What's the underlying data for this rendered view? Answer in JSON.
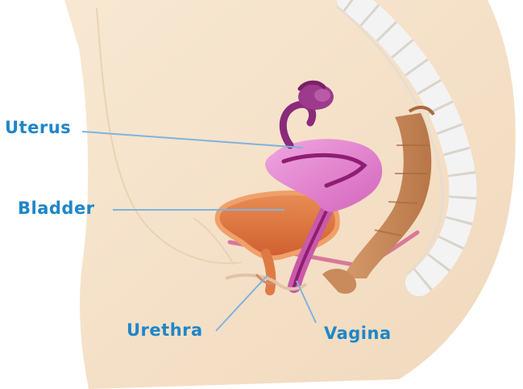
{
  "labels": {
    "uterus": "Uterus",
    "bladder": "Bladder",
    "urethra": "Urethra",
    "vagina": "Vagina"
  },
  "colors": {
    "label_text": "#1f86c8",
    "leader_line": "#7fb3de",
    "skin": "#f6e2c8",
    "uterus": "#e585cf",
    "uterine_lining": "#8f1d73",
    "bladder": "#e07a45",
    "rectum": "#c98a5c",
    "ovary_tube": "#8a2a7a"
  },
  "icons": {
    "diagram": "female-pelvic-anatomy-illustration"
  }
}
